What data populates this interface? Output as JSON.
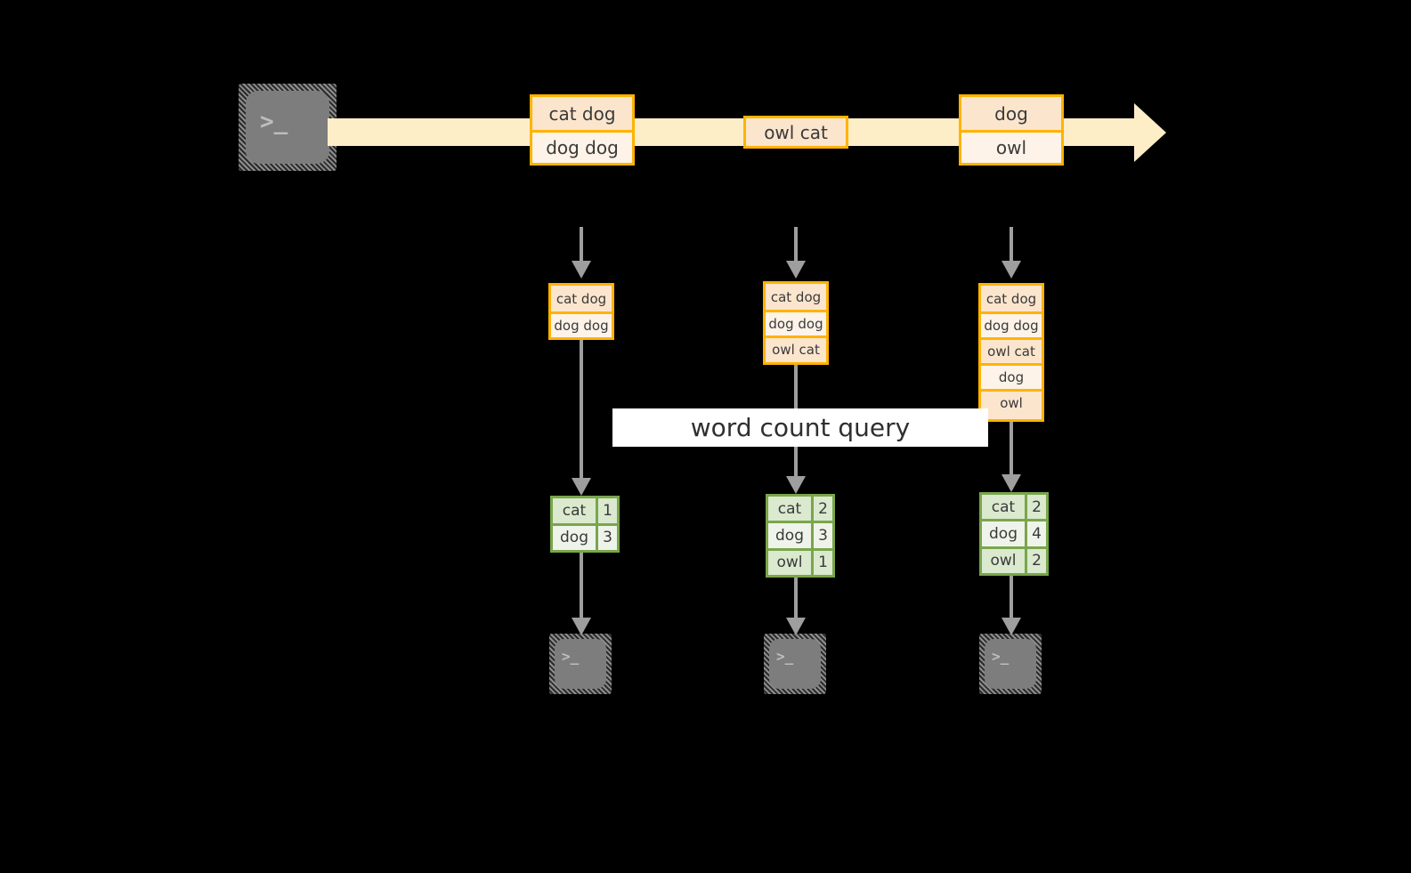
{
  "diagram": {
    "title": "",
    "colors": {
      "background": "#000000",
      "stream_arrow": "#fdeec8",
      "record_border": "#ffb300",
      "record_fill": "#fce5cd",
      "record_fill_alt": "#fdf3e8",
      "result_border": "#79a64b",
      "result_fill": "#dbe9cf",
      "result_fill_alt": "#eff4ea",
      "connector": "#9e9e9e",
      "terminal_body": "#7d7d7d",
      "query_band": "#ffffff"
    },
    "source": {
      "icon": "terminal-icon",
      "glyph": ">_"
    },
    "stream": {
      "icon": "right-arrow",
      "events": [
        {
          "id": "event-1",
          "lines": [
            "cat dog",
            "dog dog"
          ]
        },
        {
          "id": "event-2",
          "lines": [
            "owl cat"
          ]
        },
        {
          "id": "event-3",
          "lines": [
            "dog",
            "owl"
          ]
        }
      ]
    },
    "query_label": "word count query",
    "snapshots": [
      {
        "id": "snapshot-1",
        "records": [
          "cat dog",
          "dog dog"
        ],
        "result": {
          "rows": [
            {
              "word": "cat",
              "count": "1"
            },
            {
              "word": "dog",
              "count": "3"
            }
          ]
        },
        "sink": {
          "icon": "terminal-icon",
          "glyph": ">_"
        }
      },
      {
        "id": "snapshot-2",
        "records": [
          "cat dog",
          "dog dog",
          "owl cat"
        ],
        "result": {
          "rows": [
            {
              "word": "cat",
              "count": "2"
            },
            {
              "word": "dog",
              "count": "3"
            },
            {
              "word": "owl",
              "count": "1"
            }
          ]
        },
        "sink": {
          "icon": "terminal-icon",
          "glyph": ">_"
        }
      },
      {
        "id": "snapshot-3",
        "records": [
          "cat dog",
          "dog dog",
          "owl cat",
          "dog",
          "owl"
        ],
        "result": {
          "rows": [
            {
              "word": "cat",
              "count": "2"
            },
            {
              "word": "dog",
              "count": "4"
            },
            {
              "word": "owl",
              "count": "2"
            }
          ]
        },
        "sink": {
          "icon": "terminal-icon",
          "glyph": ">_"
        }
      }
    ]
  }
}
